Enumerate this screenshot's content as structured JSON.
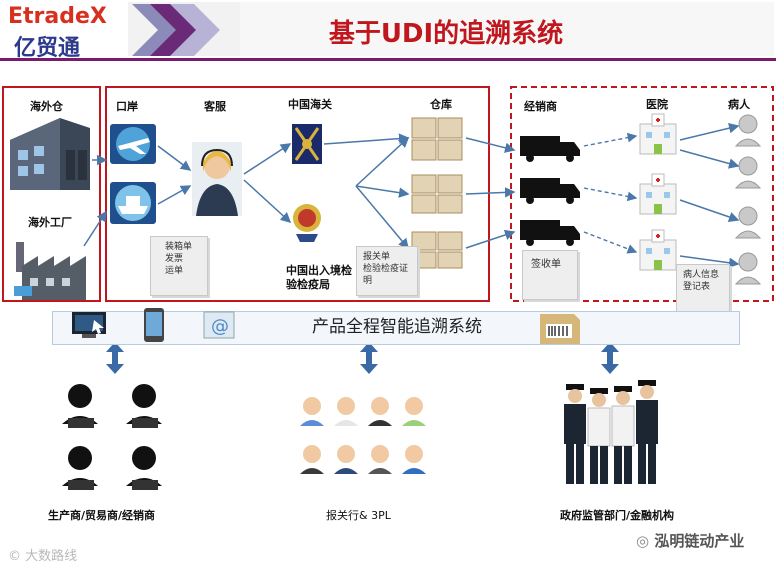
{
  "logo": {
    "brand_en": "EtradeX",
    "brand_cn": "亿贸通"
  },
  "title": "基于UDI的追溯系统",
  "sections": {
    "overseas_warehouse": "海外仓",
    "overseas_factory": "海外工厂",
    "port": "口岸",
    "customer_service": "客服",
    "china_customs": "中国海关",
    "ciq": "中国出入境检验检疫局",
    "warehouse": "仓库",
    "distributor": "经销商",
    "hospital": "医院",
    "patient": "病人"
  },
  "documents": {
    "shipping_docs": [
      "装箱单",
      "发票",
      "运单"
    ],
    "customs_docs": [
      "报关单",
      "检验检疫证明"
    ],
    "receipt": "签收单",
    "patient_record": [
      "病人信息",
      "登记表"
    ]
  },
  "system_bar": {
    "label": "产品全程智能追溯系统"
  },
  "groups": [
    {
      "label": "生产商/贸易商/经销商"
    },
    {
      "label": "报关行& 3PL"
    },
    {
      "label": "政府监管部门/金融机构"
    }
  ],
  "footer": {
    "left_watermark": "大数路线",
    "right_watermark": "泓明链动产业"
  },
  "colors": {
    "brand_red": "#c0161d",
    "box_red": "#c0161d",
    "arrow_blue": "#4a78a8"
  }
}
